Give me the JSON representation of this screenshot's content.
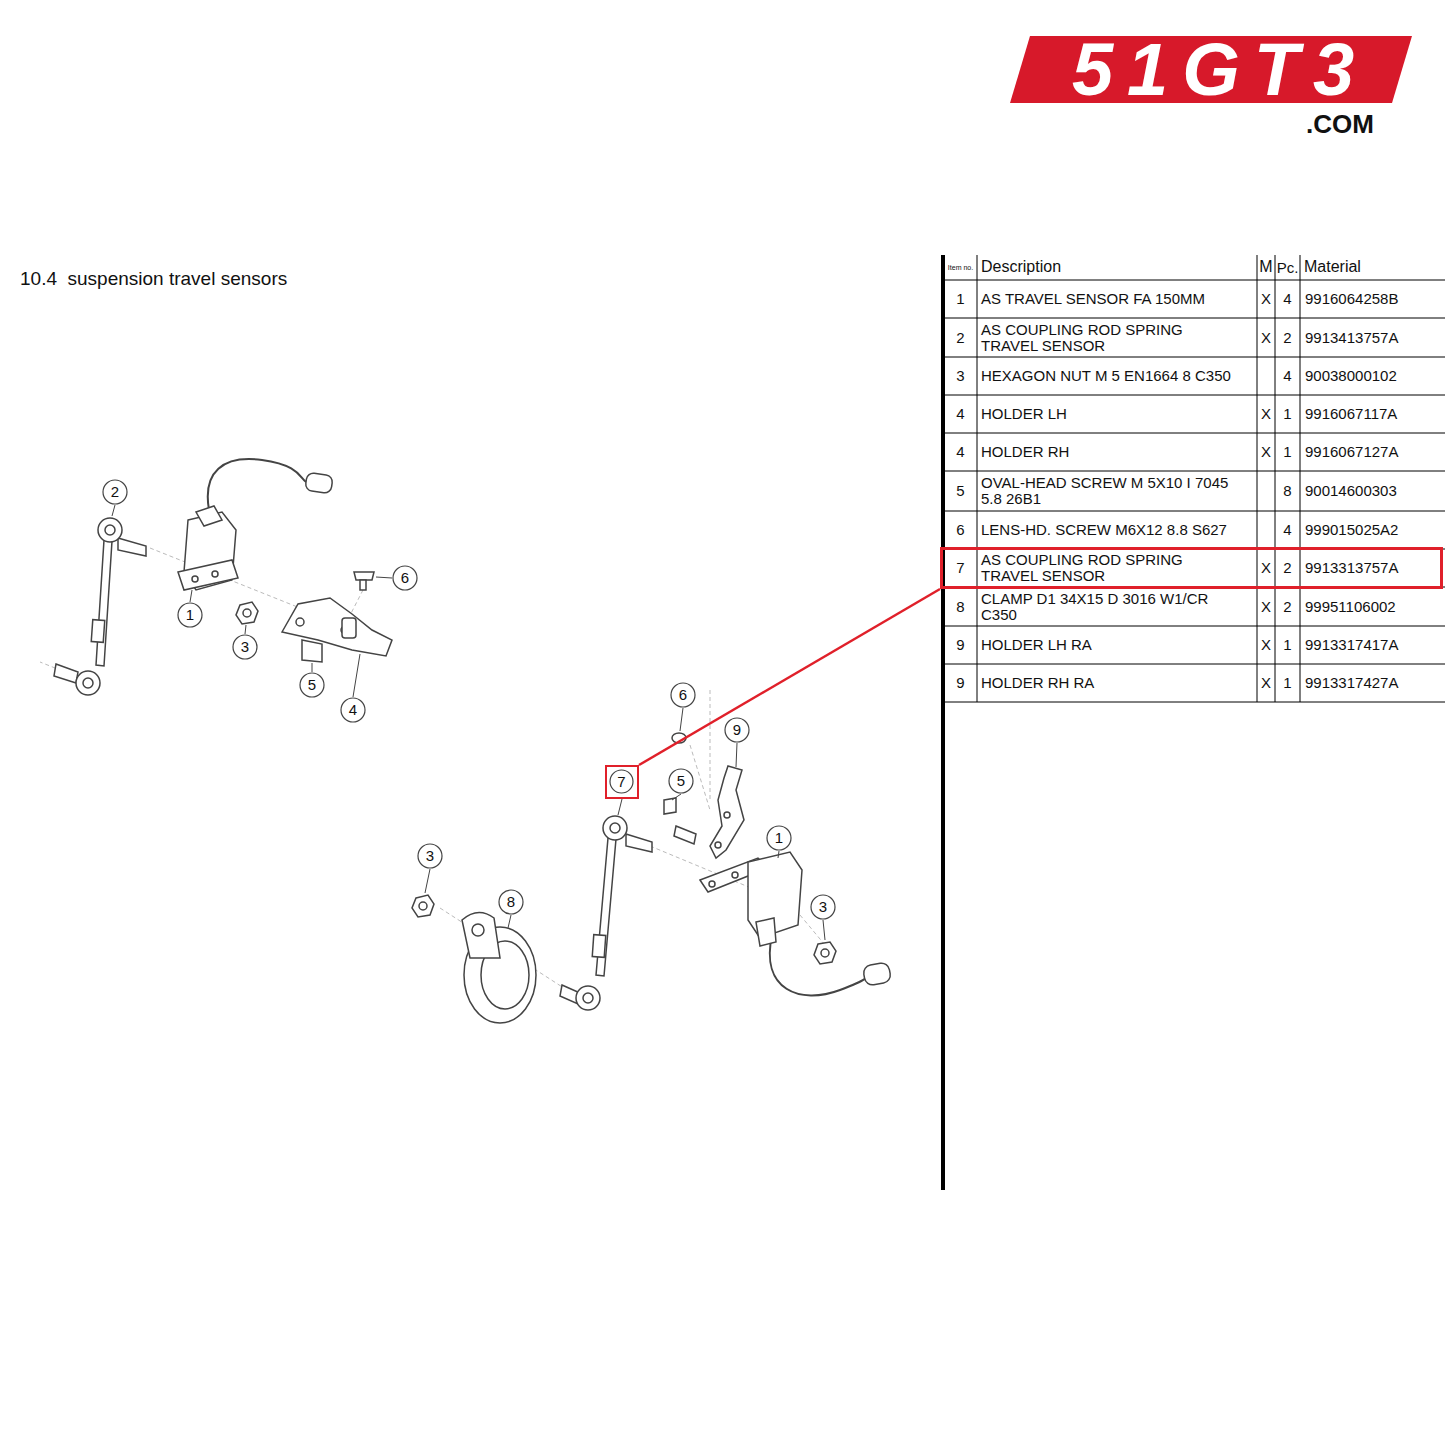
{
  "diagram": {
    "title": "10.4  suspension travel sensors",
    "nodes": [
      {
        "text": [
          "7",
          "AS COUPLING ROD SPRING TRAVEL SENSOR",
          "X",
          "2",
          "9913313757A"
        ]
      },
      {
        "text": [
          "7"
        ]
      }
    ],
    "edges": [
      {
        "from": 1,
        "to": 0,
        "arrow": "none"
      }
    ],
    "labels": [
      "51GT3",
      ".COM",
      "Item no.",
      "Description",
      "M",
      "Pc.",
      "Material",
      "1",
      "AS TRAVEL SENSOR FA 150MM",
      "X",
      "4",
      "9916064258B",
      "2",
      "AS COUPLING ROD SPRING TRAVEL SENSOR",
      "X",
      "2",
      "9913413757A",
      "3",
      "HEXAGON NUT M 5 EN1664 8 C350",
      "4",
      "90038000102",
      "4",
      "HOLDER LH",
      "X",
      "1",
      "9916067117A",
      "4",
      "HOLDER RH",
      "X",
      "1",
      "9916067127A",
      "5",
      "OVAL-HEAD SCREW M 5X10 I 7045 5.8 26B1",
      "8",
      "90014600303",
      "6",
      "LENS-HD. SCREW M6X12 8.8 S627",
      "4",
      "999015025A2",
      "8",
      "CLAMP D1 34X15 D 3016 W1/CR C350",
      "X",
      "2",
      "99951106002",
      "9",
      "HOLDER LH RA",
      "X",
      "1",
      "9913317417A",
      "9",
      "HOLDER RH RA",
      "X",
      "1",
      "9913317427A",
      "2",
      "1",
      "3",
      "6",
      "5",
      "4",
      "6",
      "9",
      "5",
      "1",
      "3",
      "8",
      "3"
    ]
  }
}
